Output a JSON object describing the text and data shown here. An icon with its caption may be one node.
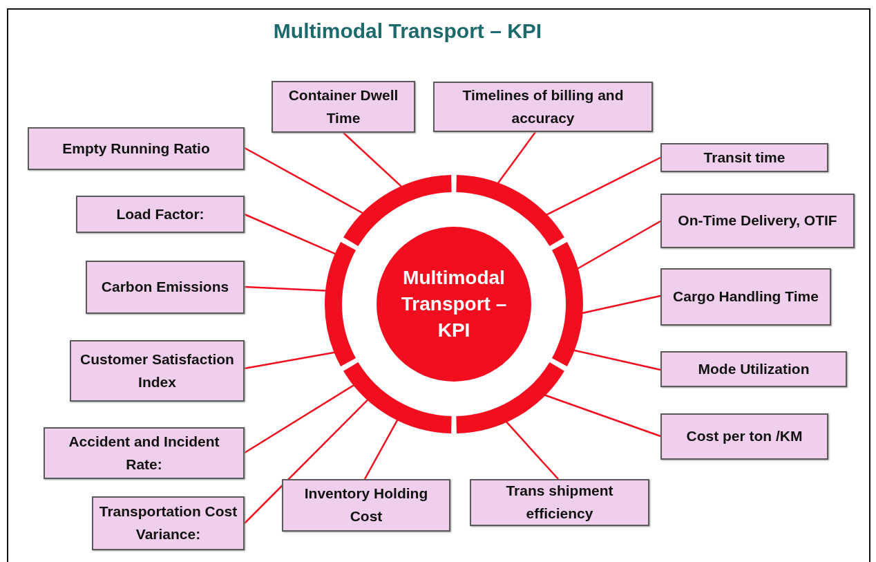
{
  "diagram": {
    "title": "Multimodal Transport – KPI",
    "nodes": [
      {
        "text": [
          "Multimodal Transport – KPI"
        ]
      },
      {
        "text": [],
        "shape": "arc"
      },
      {
        "text": [],
        "shape": "arc"
      },
      {
        "text": [],
        "shape": "arc"
      },
      {
        "text": [],
        "shape": "arc"
      },
      {
        "text": [],
        "shape": "arc"
      },
      {
        "text": [],
        "shape": "arc"
      },
      {
        "text": [
          "Container Dwell Time"
        ]
      },
      {
        "text": [
          "Timelines of billing and accuracy"
        ]
      },
      {
        "text": [
          "Empty Running Ratio"
        ]
      },
      {
        "text": [
          "Transit time"
        ]
      },
      {
        "text": [
          "Load Factor:"
        ]
      },
      {
        "text": [
          "On-Time Delivery, OTIF"
        ]
      },
      {
        "text": [
          "Carbon Emissions"
        ]
      },
      {
        "text": [
          "Cargo Handling Time"
        ]
      },
      {
        "text": [
          "Customer Satisfaction Index"
        ]
      },
      {
        "text": [
          "Mode Utilization"
        ]
      },
      {
        "text": [
          "Accident and Incident Rate:"
        ]
      },
      {
        "text": [
          "Cost per ton /KM"
        ]
      },
      {
        "text": [
          "Transportation Cost Variance:"
        ]
      },
      {
        "text": [
          "Inventory Holding Cost"
        ]
      },
      {
        "text": [
          "Trans shipment efficiency"
        ]
      }
    ],
    "edges": [
      {
        "from": 7,
        "to": 6,
        "arrow": "none"
      },
      {
        "from": 8,
        "to": 1,
        "arrow": "none"
      },
      {
        "from": 9,
        "to": 6,
        "arrow": "none"
      },
      {
        "from": 10,
        "to": 1,
        "arrow": "none"
      },
      {
        "from": 11,
        "to": 5,
        "arrow": "none"
      },
      {
        "from": 12,
        "to": 2,
        "arrow": "none"
      },
      {
        "from": 13,
        "to": 5,
        "arrow": "none"
      },
      {
        "from": 14,
        "to": 2,
        "arrow": "none"
      },
      {
        "from": 15,
        "to": 5,
        "arrow": "none"
      },
      {
        "from": 16,
        "to": 2,
        "arrow": "none"
      },
      {
        "from": 17,
        "to": 4,
        "arrow": "none"
      },
      {
        "from": 18,
        "to": 3,
        "arrow": "none"
      },
      {
        "from": 19,
        "to": 4,
        "arrow": "none"
      },
      {
        "from": 20,
        "to": 4,
        "arrow": "none"
      },
      {
        "from": 21,
        "to": 3,
        "arrow": "none"
      }
    ]
  }
}
